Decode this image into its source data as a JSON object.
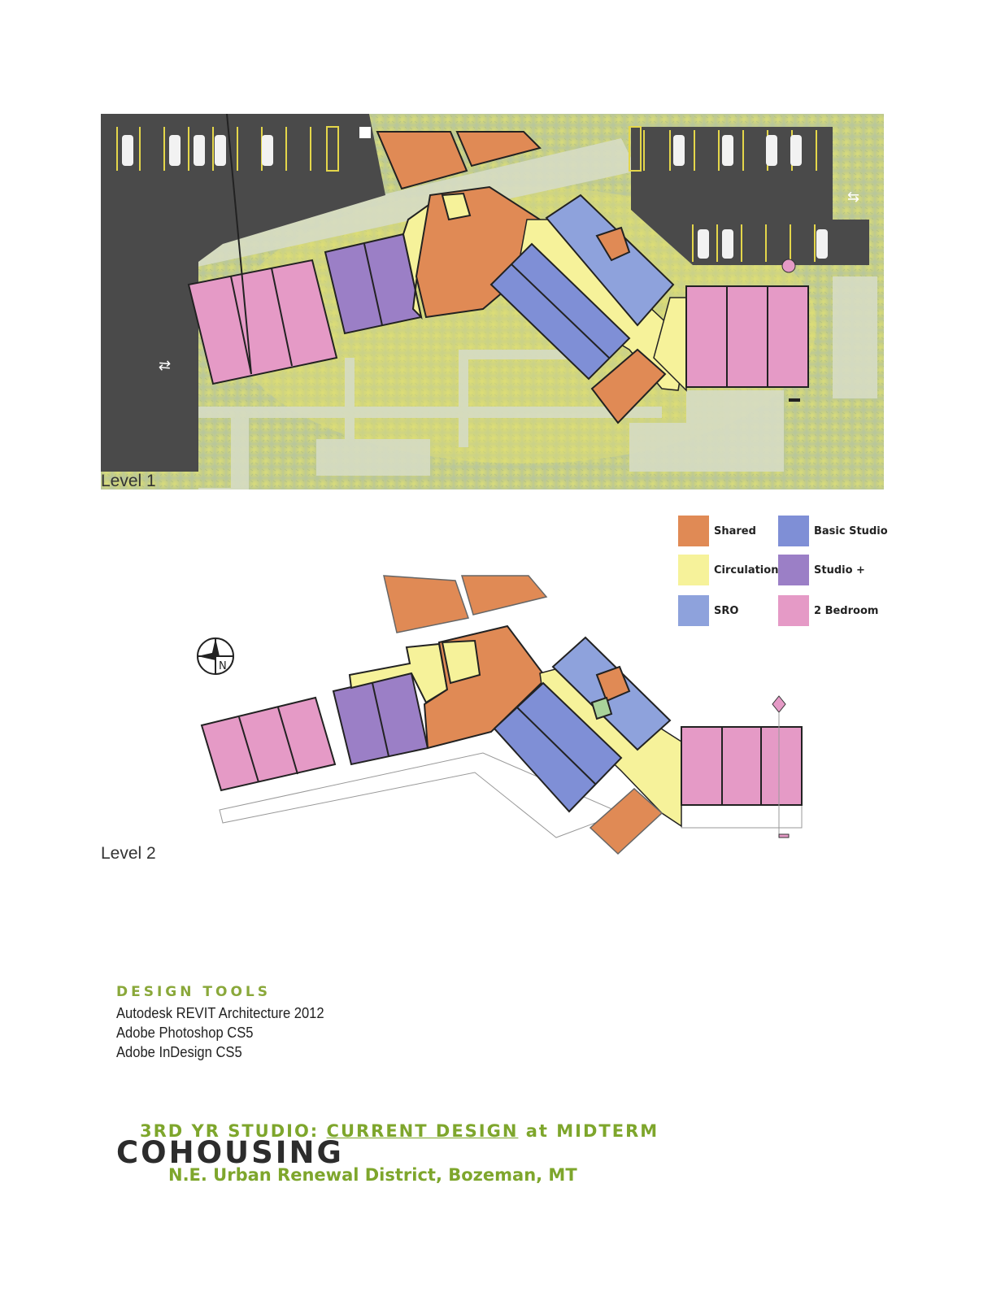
{
  "level1": {
    "label": "Level 1"
  },
  "level2": {
    "label": "Level 2"
  },
  "compass": {
    "label": "N"
  },
  "legend": {
    "items": [
      {
        "label": "Shared",
        "color": "#e08a55"
      },
      {
        "label": "Basic Studio",
        "color": "#7f8fd6"
      },
      {
        "label": "Circulation",
        "color": "#f6f29a"
      },
      {
        "label": "Studio +",
        "color": "#9b7fc6"
      },
      {
        "label": "SRO",
        "color": "#8ea2dc"
      },
      {
        "label": "2 Bedroom",
        "color": "#e59ac6"
      }
    ]
  },
  "design_tools": {
    "heading": "DESIGN TOOLS",
    "items": [
      "Autodesk REVIT Architecture 2012",
      "Adobe Photoshop CS5",
      "Adobe InDesign CS5"
    ]
  },
  "title": {
    "prefix": "3RD YR STUDIO:",
    "underlined": "CURRENT DESIGN",
    "suffix": "at MIDTERM",
    "main": "COHOUSING",
    "location": "N.E. Urban Renewal District, Bozeman, MT"
  }
}
